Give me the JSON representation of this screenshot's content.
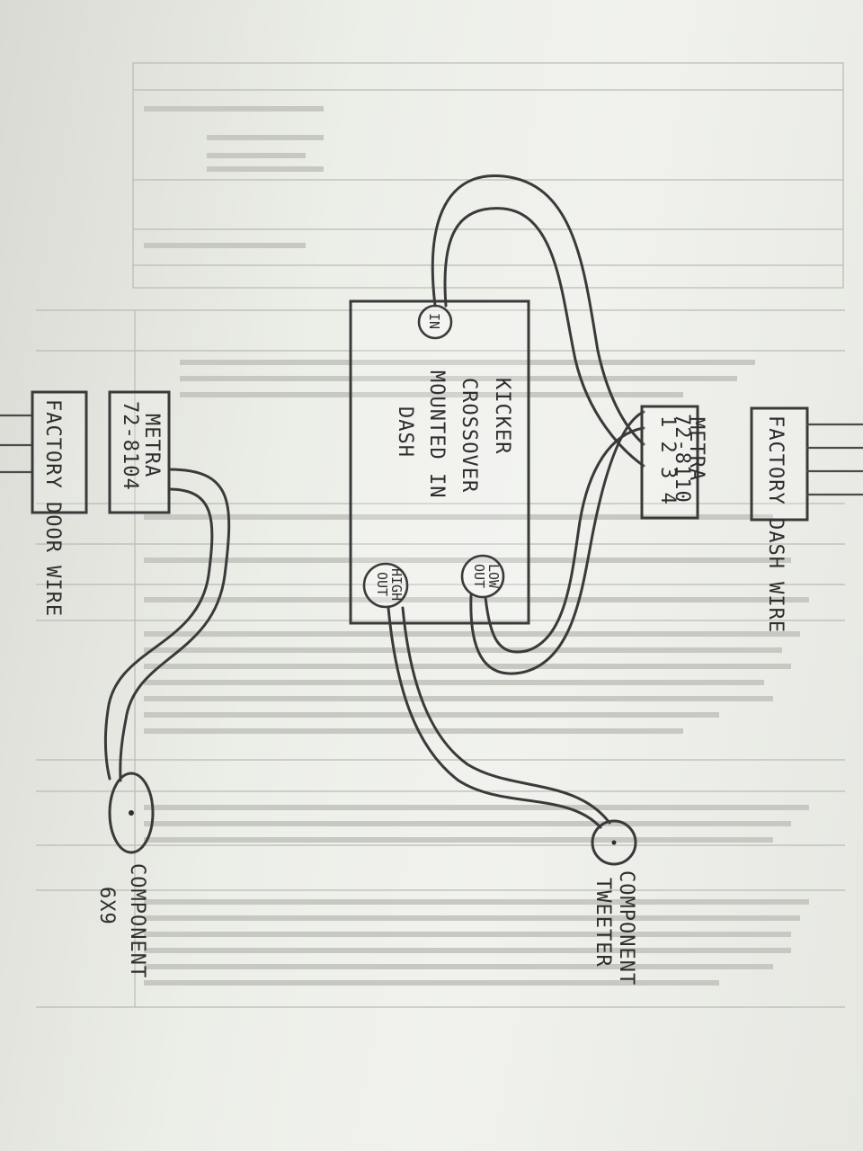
{
  "labels": {
    "factory_door_wire": "FACTORY DOOR WIRE",
    "metra_door_line1": "METRA",
    "metra_door_line2": "72-8104",
    "crossover_line1": "KICKER",
    "crossover_line2": "CROSSOVER",
    "crossover_line3": "MOUNTED IN",
    "crossover_line4": "DASH",
    "port_in": "IN",
    "port_low_line1": "LOW",
    "port_low_line2": "OUT",
    "port_high_line1": "HIGH",
    "port_high_line2": "OUT",
    "metra_dash_line1": "METRA",
    "metra_dash_line2": "72-8110",
    "metra_dash_pins": "1 2 3 4",
    "factory_dash_wire": "FACTORY DASH WIRE",
    "component_6x9_line1": "COMPONENT",
    "component_6x9_line2": "6X9",
    "component_tweeter_line1": "COMPONENT",
    "component_tweeter_line2": "TWEETER"
  },
  "colors": {
    "ink": "#3a3a3a",
    "paper": "#eceee8",
    "ghost_print": "#b9bbb4"
  }
}
